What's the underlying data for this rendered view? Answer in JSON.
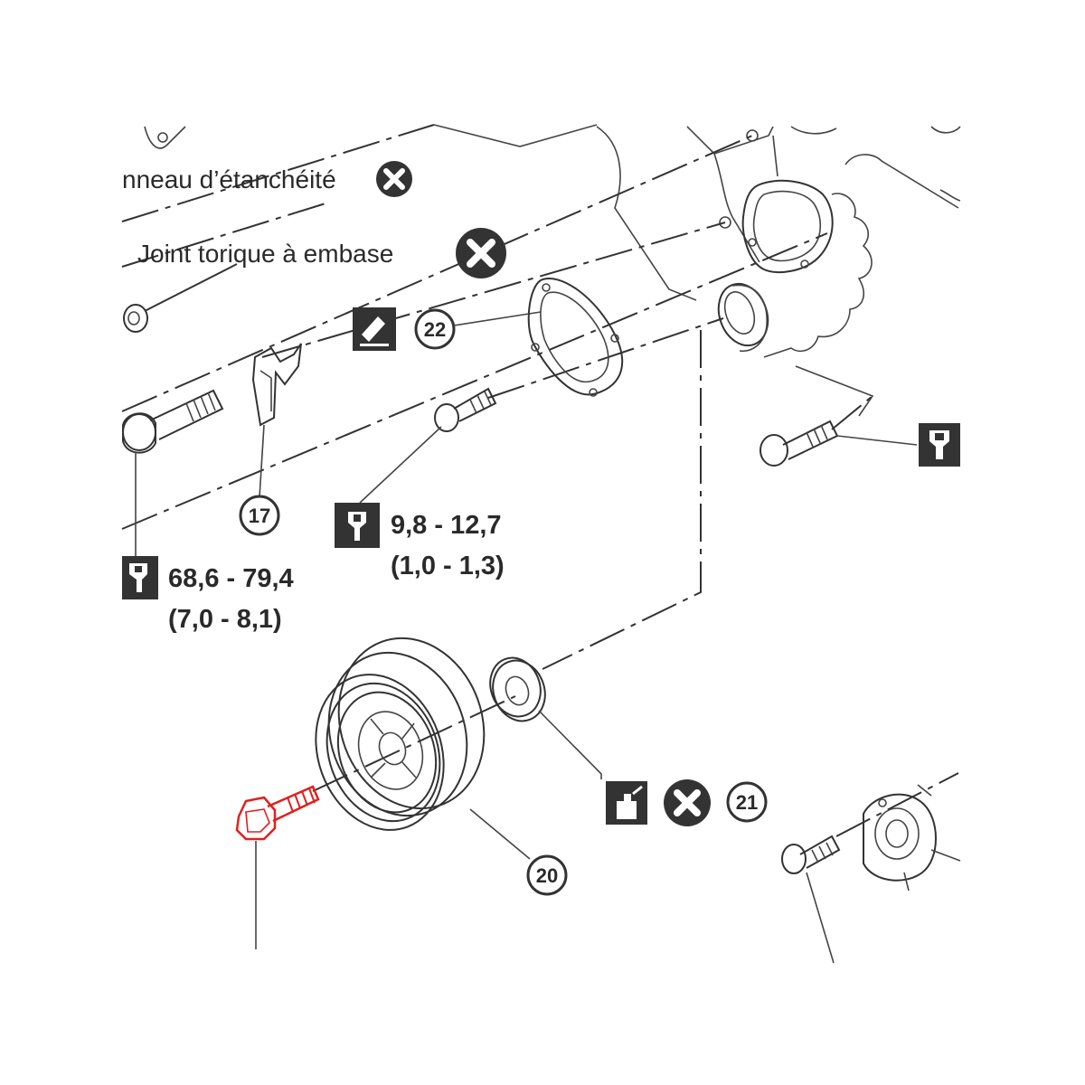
{
  "labels": {
    "seal_ring_partial": "nneau d’étanchéité",
    "o_ring": "Joint torique à embase"
  },
  "callouts": {
    "c17": "17",
    "c20": "20",
    "c21": "21",
    "c22": "22"
  },
  "torques": {
    "crank_bolt": {
      "nm": "68,6 - 79,4",
      "kgm": "(7,0 - 8,1)"
    },
    "small_bolt": {
      "nm": "9,8 - 12,7",
      "kgm": "(1,0 - 1,3)"
    }
  },
  "icons": [
    "replace-part-x-icon",
    "sealant-tube-icon",
    "torque-wrench-icon",
    "oil-can-icon"
  ],
  "colors": {
    "line": "#333333",
    "highlight_bolt": "#e0201e",
    "icon_bg": "#333333"
  }
}
